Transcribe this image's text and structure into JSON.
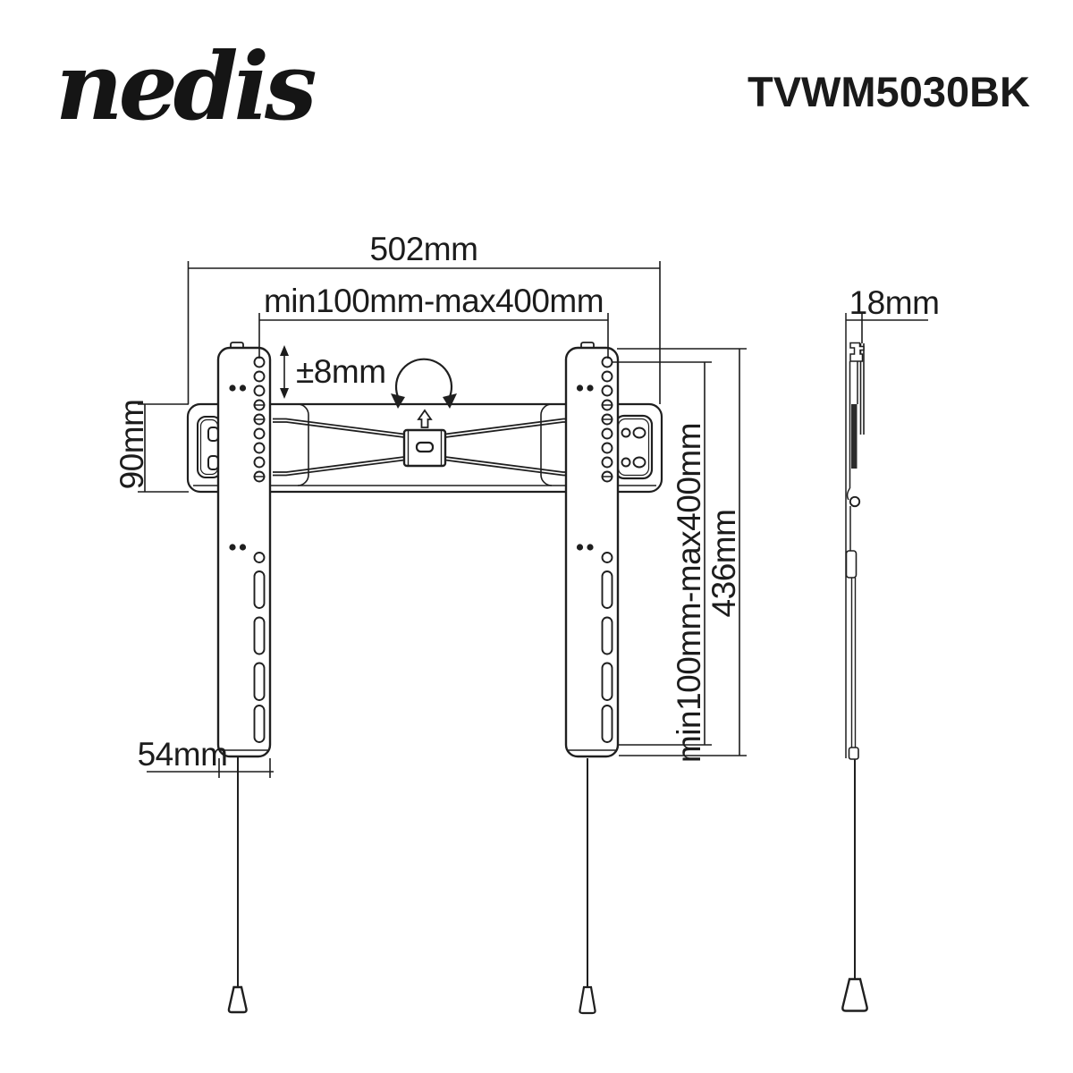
{
  "header": {
    "logo": "nedis",
    "product_code": "TVWM5030BK"
  },
  "front_view": {
    "dim_plate_width": "502mm",
    "dim_vesa_width": "min100mm-max400mm",
    "dim_level_adjust": "±8mm",
    "dim_plate_height": "90mm",
    "dim_vesa_height": "min100mm-max400mm",
    "dim_bracket_height": "436mm",
    "dim_bracket_width": "54mm"
  },
  "side_view": {
    "dim_depth": "18mm"
  },
  "colors": {
    "line": "#1f1f1f",
    "background": "#ffffff"
  }
}
